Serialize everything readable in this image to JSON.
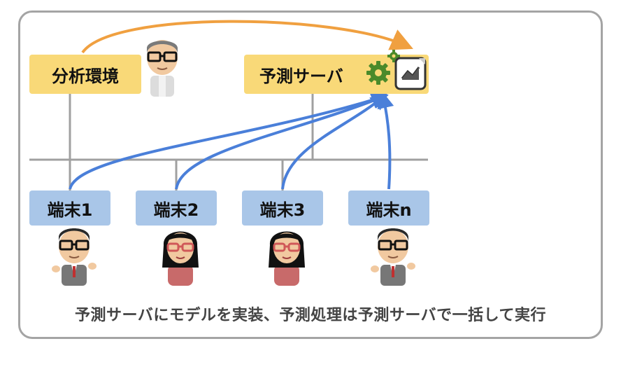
{
  "nodes": {
    "analysis": "分析環境",
    "server": "予測サーバ",
    "terminals": [
      "端末1",
      "端末2",
      "端末3",
      "端末n"
    ]
  },
  "caption": "予測サーバにモデルを実装、予測処理は予測サーバで一括して実行",
  "colors": {
    "yellow_box": "#f9d978",
    "blue_box": "#a9c6e8",
    "orange_arrow": "#f0a040",
    "blue_arrow": "#4a7fd9",
    "network_line": "#a0a0a0",
    "frame": "#a4a4a4",
    "gear": "#4a8a2a"
  },
  "icons": [
    "gear-icon",
    "chart-document-icon",
    "man-avatar",
    "woman-avatar"
  ]
}
